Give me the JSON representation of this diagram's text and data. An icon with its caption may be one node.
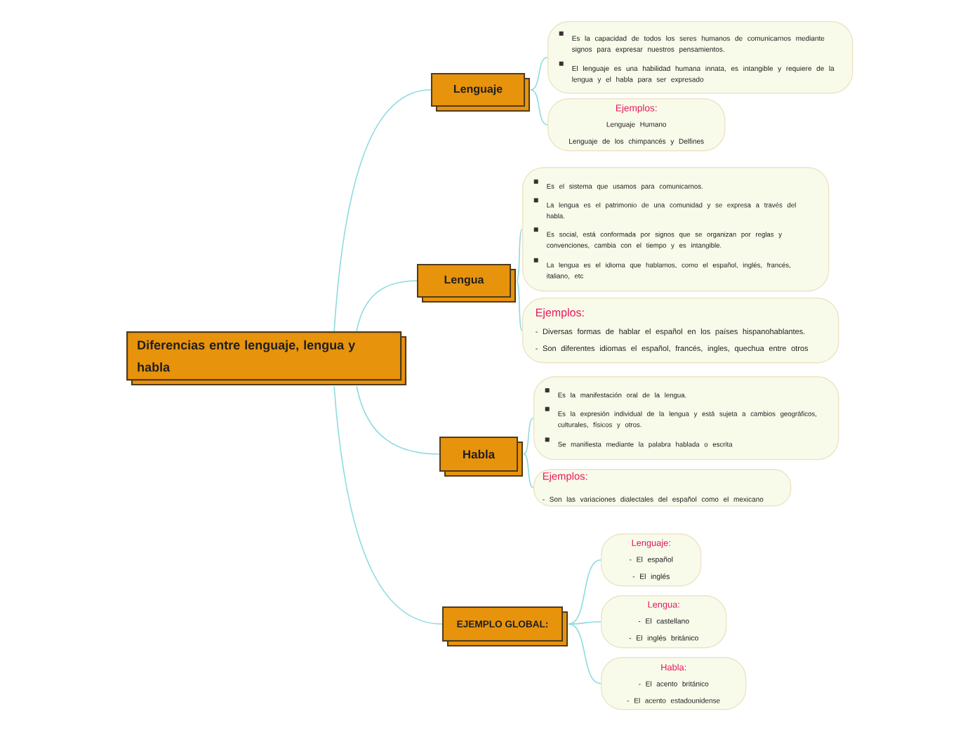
{
  "diagram": {
    "nodes": [
      {
        "text": [
          "Diferencias entre lenguaje, lengua y habla"
        ]
      },
      {
        "text": [
          "Lenguaje"
        ]
      },
      {
        "text": [
          "Es la capacidad de todos los seres humanos de comunicarnos mediante signos para expresar nuestros pensamientos.",
          "El lenguaje es una habilidad humana innata, es intangible y requiere de la lengua y el habla para ser expresado"
        ]
      },
      {
        "text": [
          "Ejemplos:",
          "Lenguaje Humano",
          "Lenguaje de los chimpancés y Delfines"
        ]
      },
      {
        "text": [
          "Lengua"
        ]
      },
      {
        "text": [
          "Es el sistema que usamos para comunicarnos.",
          "La lengua es el patrimonio de una comunidad y se expresa a través del habla.",
          "Es social, está conformada por signos que se organizan por reglas y convenciones, cambia con el tiempo y es intangible.",
          "La lengua es el idioma que hablamos, como el español, inglés, francés, italiano, etc"
        ]
      },
      {
        "text": [
          "Ejemplos:",
          "- Diversas formas de hablar el español en los países hispanohablantes.",
          "- Son diferentes idiomas el español, francés, ingles, quechua entre otros"
        ]
      },
      {
        "text": [
          "Habla"
        ]
      },
      {
        "text": [
          "Es la manifestación oral de la lengua.",
          "Es la expresión individual de la lengua y está sujeta a cambios geográficos, culturales, físicos y otros.",
          "Se manifiesta mediante la palabra hablada o escrita"
        ]
      },
      {
        "text": [
          "Ejemplos:",
          "- Son las variaciones dialectales del español como el mexicano"
        ]
      },
      {
        "text": [
          "EJEMPLO GLOBAL:"
        ]
      },
      {
        "text": [
          "Lenguaje:",
          "- El español",
          "- El inglés"
        ]
      },
      {
        "text": [
          "Lengua:",
          "- El castellano",
          "- El inglés británico"
        ]
      },
      {
        "text": [
          "Habla:",
          "- El acento británico",
          "- El acento estadounidense"
        ]
      }
    ],
    "edges": [
      {
        "from": 0,
        "to": 1,
        "arrow": "none"
      },
      {
        "from": 1,
        "to": 2,
        "arrow": "none"
      },
      {
        "from": 1,
        "to": 3,
        "arrow": "none"
      },
      {
        "from": 0,
        "to": 4,
        "arrow": "none"
      },
      {
        "from": 4,
        "to": 5,
        "arrow": "none"
      },
      {
        "from": 4,
        "to": 6,
        "arrow": "none"
      },
      {
        "from": 0,
        "to": 7,
        "arrow": "none"
      },
      {
        "from": 7,
        "to": 8,
        "arrow": "none"
      },
      {
        "from": 7,
        "to": 9,
        "arrow": "none"
      },
      {
        "from": 0,
        "to": 10,
        "arrow": "none"
      },
      {
        "from": 10,
        "to": 11,
        "arrow": "none"
      },
      {
        "from": 10,
        "to": 12,
        "arrow": "none"
      },
      {
        "from": 10,
        "to": 13,
        "arrow": "none"
      }
    ]
  }
}
